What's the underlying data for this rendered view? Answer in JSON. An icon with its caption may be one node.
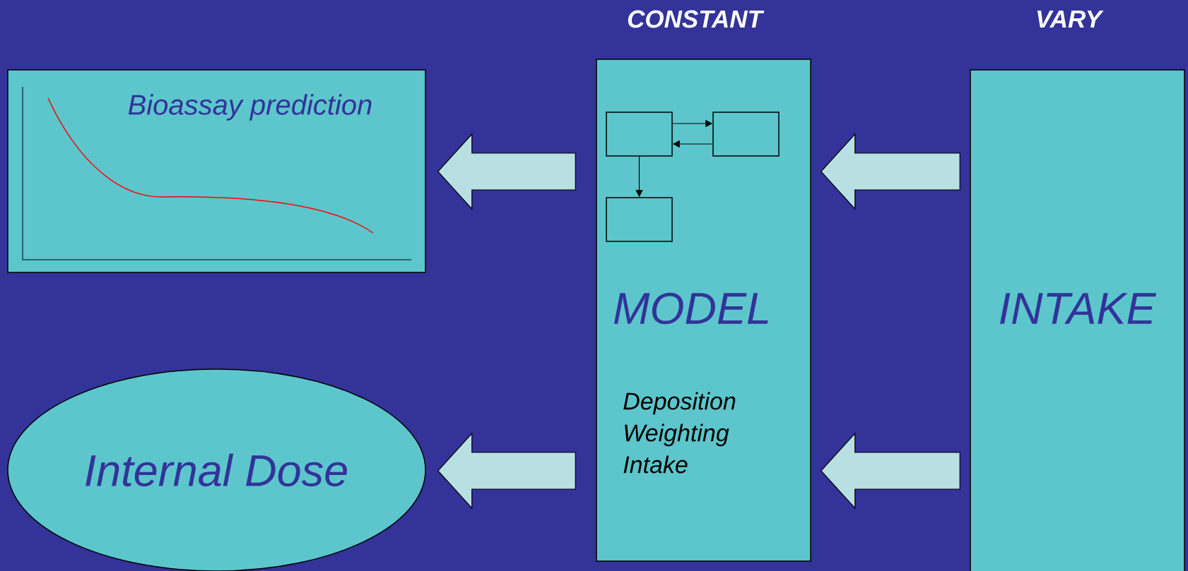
{
  "diagram": {
    "nodes": [
      {
        "text": [
          "Bioassay prediction"
        ]
      },
      {
        "text": [
          "CONSTANT",
          "MODEL",
          "Deposition Weighting Intake"
        ]
      },
      {
        "text": [],
        "shape": "box",
        "in": 1
      },
      {
        "text": [],
        "shape": "box",
        "in": 1
      },
      {
        "text": [],
        "shape": "box",
        "in": 1
      },
      {
        "text": [
          "VARY",
          "INTAKE"
        ]
      },
      {
        "text": [
          "Internal Dose"
        ]
      }
    ],
    "edges": [
      {
        "from": 5,
        "to": 1,
        "arrow": "to"
      },
      {
        "from": 5,
        "to": 1,
        "arrow": "to"
      },
      {
        "from": 1,
        "to": 0,
        "arrow": "to"
      },
      {
        "from": 1,
        "to": 6,
        "arrow": "to"
      },
      {
        "from": 2,
        "to": 3,
        "arrow": "to"
      },
      {
        "from": 3,
        "to": 2,
        "arrow": "to"
      },
      {
        "from": 2,
        "to": 4,
        "arrow": "to"
      }
    ]
  }
}
